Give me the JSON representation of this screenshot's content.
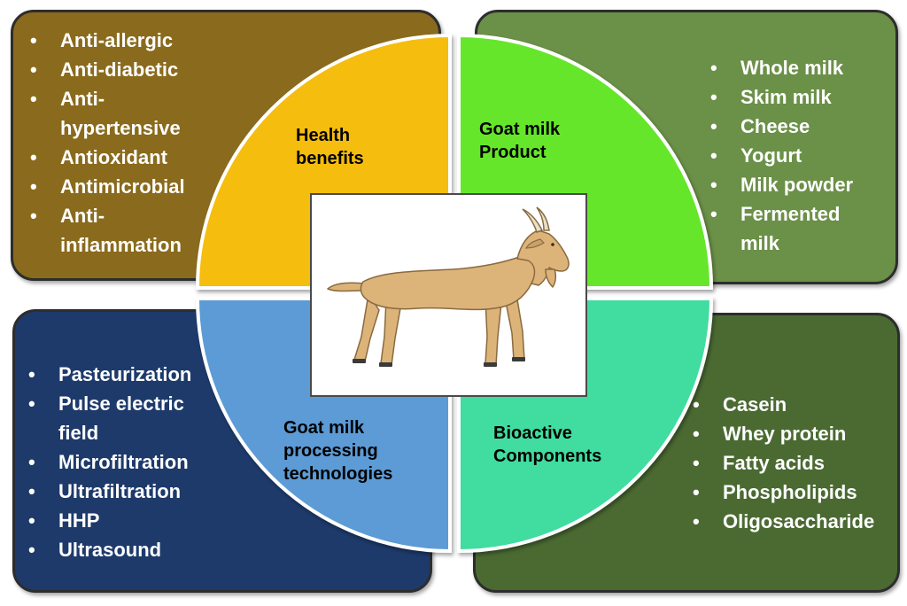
{
  "colors": {
    "box_top_left": "#8a6a1c",
    "box_top_right": "#6b9048",
    "box_bottom_left": "#1d3a6b",
    "box_bottom_right": "#4a6a32",
    "quad_health": "#f5bd10",
    "quad_product": "#66e62a",
    "quad_processing": "#5b9bd5",
    "quad_bioactive": "#3fdca0",
    "goat_body": "#dcb47a",
    "goat_outline": "#8a6a3e"
  },
  "quadrants": {
    "health": {
      "label": "Health benefits",
      "icon": "none"
    },
    "product": {
      "label": "Goat milk Product"
    },
    "processing": {
      "label": "Goat milk processing technologies"
    },
    "bioactive": {
      "label": "Bioactive Components"
    }
  },
  "lists": {
    "health": [
      "Anti-allergic",
      "Anti-diabetic",
      "Anti-hypertensive",
      "Antioxidant",
      "Antimicrobial",
      "Anti-inflammation"
    ],
    "product": [
      "Whole milk",
      "Skim milk",
      "Cheese",
      "Yogurt",
      "Milk powder",
      "Fermented milk"
    ],
    "processing": [
      "Pasteurization",
      "Pulse electric field",
      "Microfiltration",
      "Ultrafiltration",
      "HHP",
      "Ultrasound"
    ],
    "bioactive": [
      "Casein",
      "Whey protein",
      "Fatty acids",
      "Phospholipids",
      "Oligosaccharide"
    ]
  },
  "center": {
    "icon": "goat-illustration"
  }
}
